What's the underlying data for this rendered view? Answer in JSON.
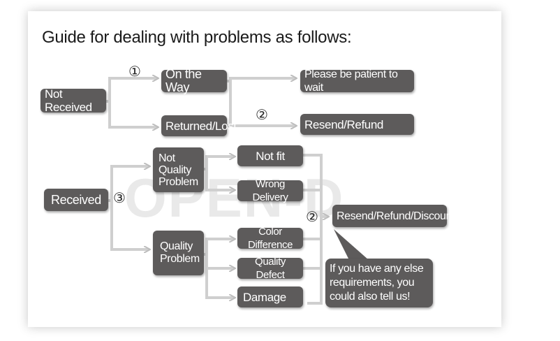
{
  "title": "Guide for dealing with problems as follows:",
  "watermark": "OPEN-D",
  "markers": {
    "m1": "①",
    "m2a": "②",
    "m3": "③",
    "m2b": "②"
  },
  "nodes": {
    "not_received": "Not Received",
    "on_the_way": "On the Way",
    "returned_lost": "Returned/Lost",
    "please_wait": "Please be patient to wait",
    "resend_refund": "Resend/Refund",
    "received": "Received",
    "not_quality_problem": "Not Quality Problem",
    "not_fit": "Not fit",
    "wrong_delivery": "Wrong Delivery",
    "quality_problem": "Quality Problem",
    "color_difference": "Color Difference",
    "quality_defect": "Quality Defect",
    "damage": "Damage",
    "resend_refund_discount": "Resend/Refund/Discount",
    "requirements_note": "If you have any else requirements, you could also tell us!"
  },
  "colors": {
    "box": "#5d5b5b",
    "box_text": "#ffffff",
    "connector": "#c8c8c8"
  }
}
